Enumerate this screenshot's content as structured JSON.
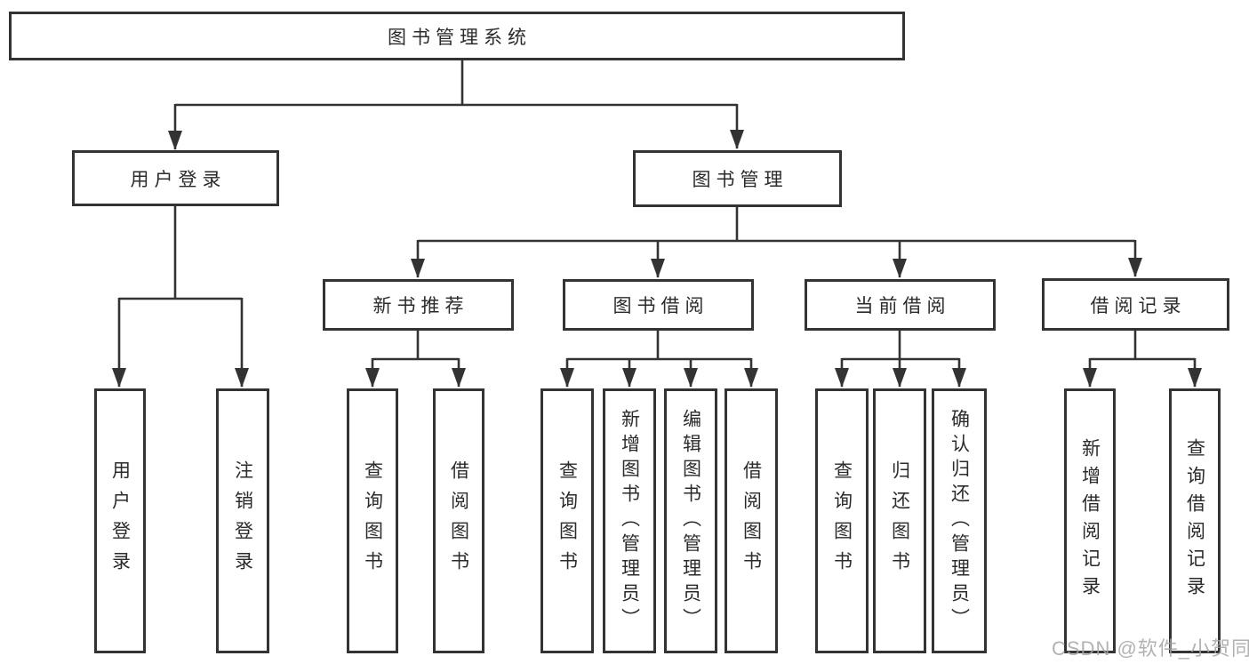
{
  "tree": {
    "root": {
      "label": "图书管理系统"
    },
    "branches": [
      {
        "label": "用户登录",
        "leaves": [
          "用户登录",
          "注销登录"
        ]
      },
      {
        "label": "图书管理",
        "groups": [
          {
            "label": "新书推荐",
            "leaves": [
              "查询图书",
              "借阅图书"
            ]
          },
          {
            "label": "图书借阅",
            "leaves": [
              "查询图书",
              "新增图书（管理员）",
              "编辑图书（管理员）",
              "借阅图书"
            ]
          },
          {
            "label": "当前借阅",
            "leaves": [
              "查询图书",
              "归还图书",
              "确认归还（管理员）"
            ]
          },
          {
            "label": "借阅记录",
            "leaves": [
              "新增借阅记录",
              "查询借阅记录"
            ]
          }
        ]
      }
    ]
  },
  "watermark": "CSDN @软件_小贺同学",
  "colors": {
    "line": "#333333",
    "box_border": "#333333",
    "text": "#2b2b2b",
    "watermark": "#a4a4a4",
    "background": "#ffffff"
  }
}
